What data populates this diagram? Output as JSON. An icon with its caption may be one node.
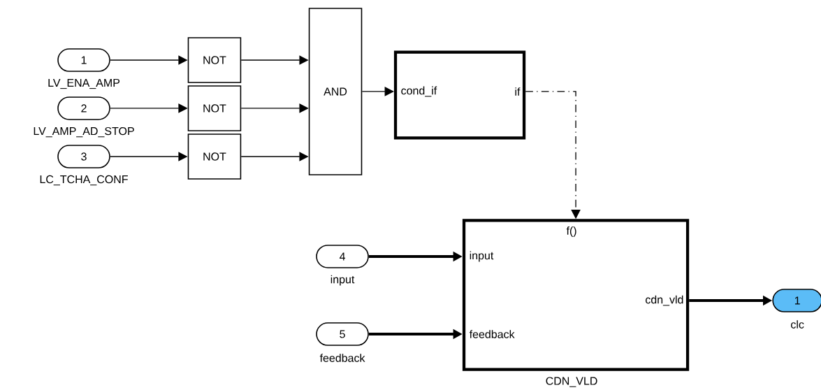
{
  "diagram": {
    "nodes": [
      {
        "text": [
          "1"
        ],
        "beside": [
          "LV_ENA_AMP"
        ]
      },
      {
        "text": [
          "2"
        ],
        "beside": [
          "LV_AMP_AD_STOP"
        ]
      },
      {
        "text": [
          "3"
        ],
        "beside": [
          "LC_TCHA_CONF"
        ]
      },
      {
        "text": [
          "NOT"
        ]
      },
      {
        "text": [
          "NOT"
        ]
      },
      {
        "text": [
          "NOT"
        ]
      },
      {
        "text": [
          "AND"
        ]
      },
      {
        "text": [
          "cond_if",
          "if"
        ]
      },
      {
        "text": [
          "4"
        ],
        "beside": [
          "input"
        ]
      },
      {
        "text": [
          "5"
        ],
        "beside": [
          "feedback"
        ]
      },
      {
        "text": [
          "f()",
          "input",
          "feedback",
          "cdn_vld"
        ],
        "beside": [
          "CDN_VLD"
        ]
      },
      {
        "text": [
          "1"
        ],
        "beside": [
          "clc"
        ]
      }
    ],
    "edges": [
      {
        "from": 0,
        "to": 3,
        "arrow": "to"
      },
      {
        "from": 1,
        "to": 4,
        "arrow": "to"
      },
      {
        "from": 2,
        "to": 5,
        "arrow": "to"
      },
      {
        "from": 3,
        "to": 6,
        "arrow": "to"
      },
      {
        "from": 4,
        "to": 6,
        "arrow": "to"
      },
      {
        "from": 5,
        "to": 6,
        "arrow": "to"
      },
      {
        "from": 6,
        "to": 7,
        "arrow": "to"
      },
      {
        "from": 7,
        "to": 10,
        "arrow": "to",
        "style": "dashed"
      },
      {
        "from": 8,
        "to": 10,
        "arrow": "to",
        "style": "thick"
      },
      {
        "from": 9,
        "to": 10,
        "arrow": "to",
        "style": "thick"
      },
      {
        "from": 10,
        "to": 11,
        "arrow": "to",
        "style": "thick"
      }
    ]
  }
}
